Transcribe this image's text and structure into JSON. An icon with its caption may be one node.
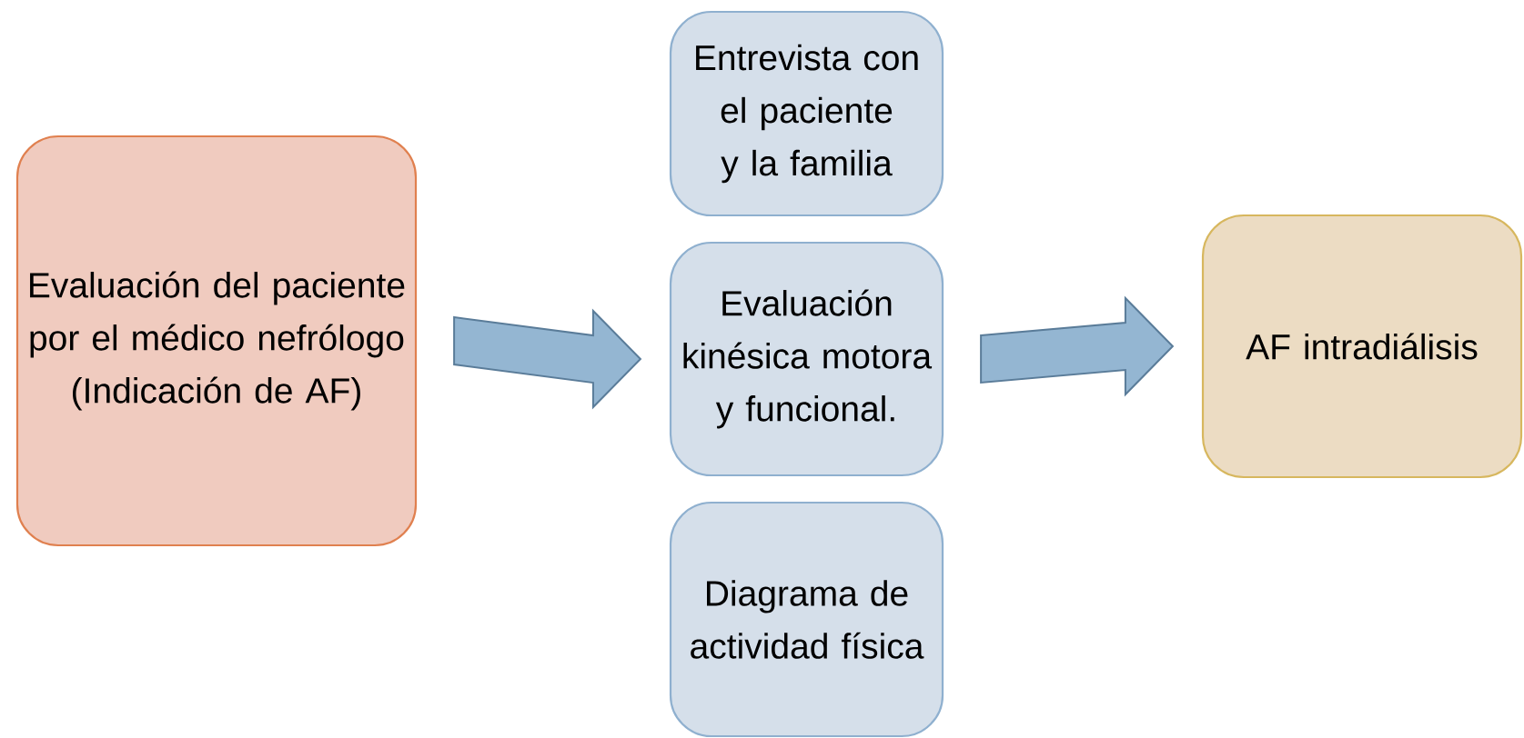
{
  "diagram": {
    "nodes": [
      {
        "text": [
          "Evaluación del paciente por el médico nefrólogo (Indicación de AF)"
        ]
      },
      {
        "text": [
          "Entrevista con el paciente y la familia"
        ]
      },
      {
        "text": [
          "Evaluación kinésica motora y funcional."
        ]
      },
      {
        "text": [
          "Diagrama de actividad física"
        ]
      },
      {
        "text": [
          "AF intradiálisis"
        ]
      }
    ],
    "edges": [
      {
        "from": 0,
        "to": 2,
        "arrow": "to"
      },
      {
        "from": 2,
        "to": 4,
        "arrow": "to"
      }
    ]
  }
}
